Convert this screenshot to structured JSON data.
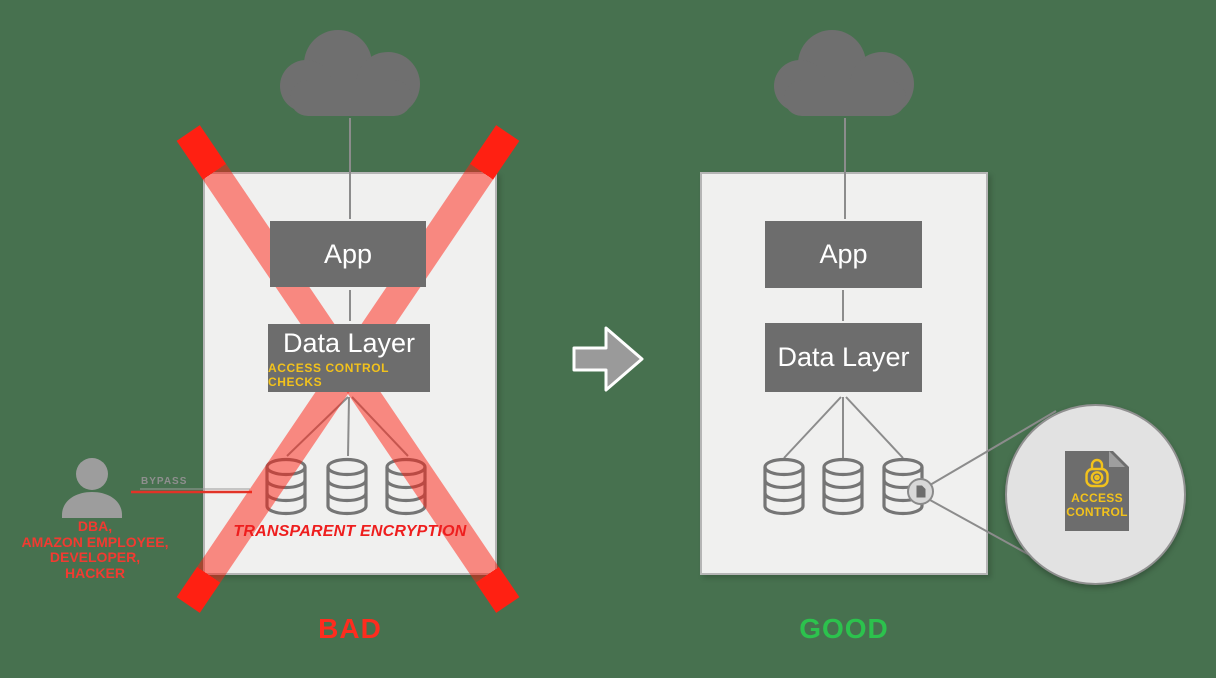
{
  "bad": {
    "caption": "BAD",
    "app": "App",
    "data_layer": "Data Layer",
    "access_checks": "ACCESS CONTROL CHECKS",
    "encryption": "TRANSPARENT ENCRYPTION",
    "bypass": "BYPASS",
    "actors": "DBA,\nAMAZON EMPLOYEE,\nDEVELOPER,\nHACKER"
  },
  "good": {
    "caption": "GOOD",
    "app": "App",
    "data_layer": "Data Layer",
    "access_control_doc": "ACCESS CONTROL"
  },
  "icons": {
    "cloud": "cloud-icon",
    "database": "database-cylinder-icon",
    "person": "person-icon",
    "arrow": "arrow-right-icon",
    "lock": "padlock-icon",
    "document": "document-icon",
    "x_mark": "prohibited-x-mark"
  },
  "colors": {
    "background": "#47714f",
    "panel": "#f0f0ef",
    "box_gray": "#6d6d6d",
    "accent_yellow": "#f2c21c",
    "bad_red": "#fe2c1e",
    "good_green": "#2cc24d",
    "x_red": "#ff2012",
    "encryption_red": "#ee1e1e"
  }
}
